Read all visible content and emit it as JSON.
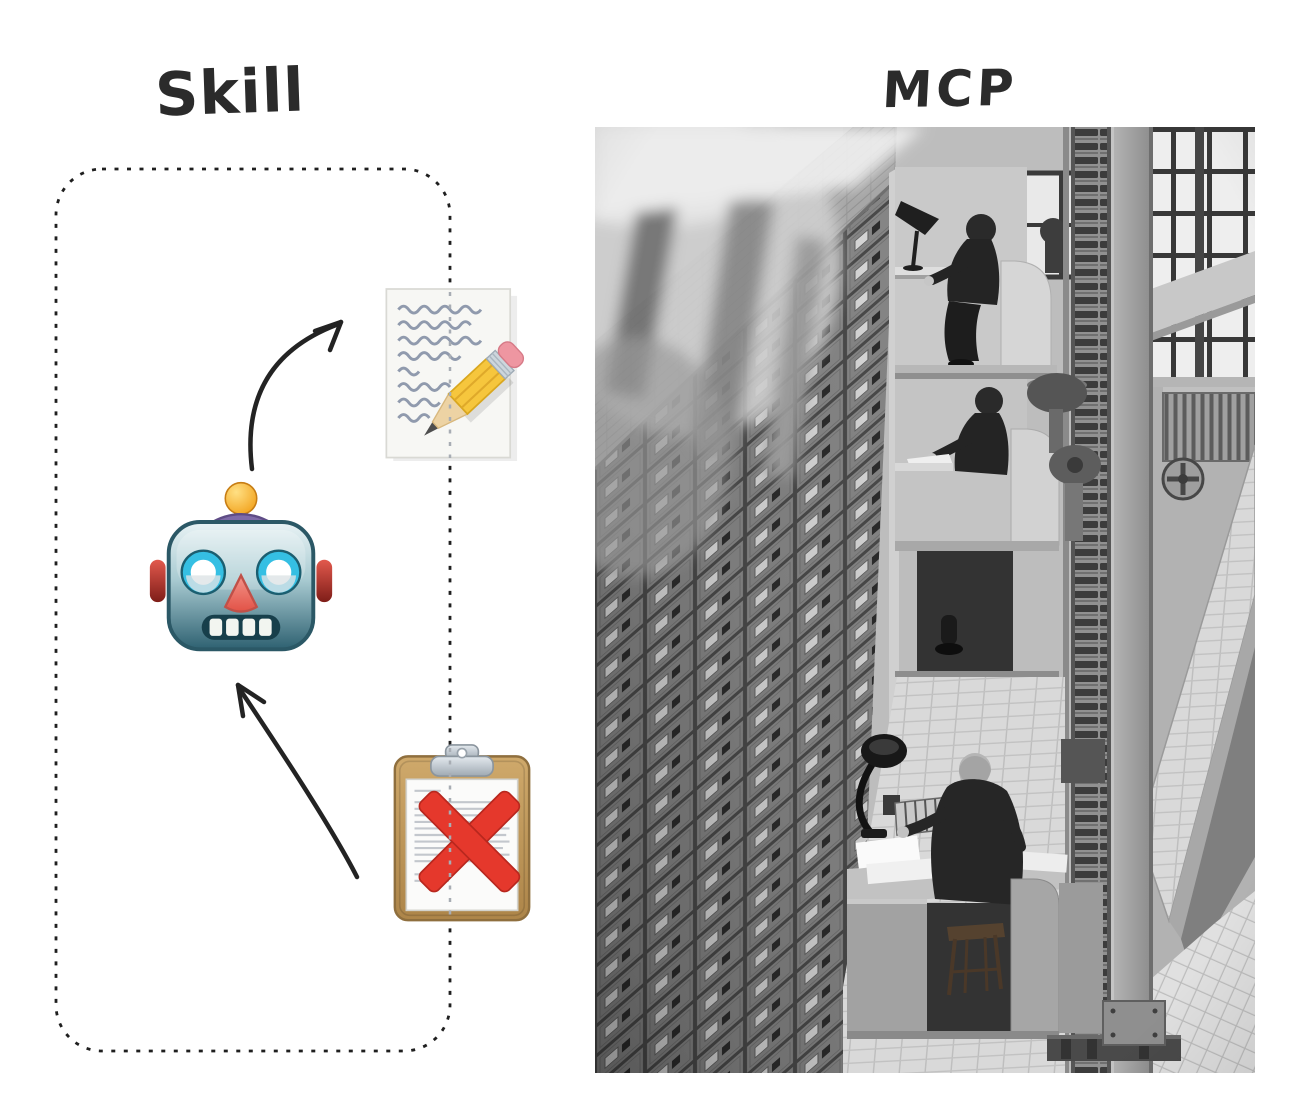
{
  "titles": {
    "left": "Skill",
    "right": "MCP"
  },
  "skill_panel": {
    "boundary": "dashed rounded rectangle",
    "icons": [
      {
        "name": "robot-emoji"
      },
      {
        "name": "memo-pencil-emoji"
      },
      {
        "name": "clipboard-emoji"
      },
      {
        "name": "cross-mark-overlay"
      }
    ],
    "arrows": [
      {
        "name": "arrow-robot-to-memo",
        "direction": "up-right"
      },
      {
        "name": "arrow-clipboard-to-robot",
        "direction": "up-left"
      }
    ]
  },
  "mcp_panel": {
    "photo": {
      "name": "vintage-card-catalog-photo",
      "style": "black-and-white",
      "alt": "workers at elevated desks on a lift beside a giant wall of card-file drawers"
    }
  },
  "colors": {
    "ink": "#232323",
    "cross_red": "#e5382c",
    "pencil_yellow": "#f6c63d",
    "clipboard_tan": "#cfa96b",
    "robot_teal": "#2e6171",
    "robot_cyan": "#35bfe3",
    "antenna_orange": "#f09a0f"
  }
}
